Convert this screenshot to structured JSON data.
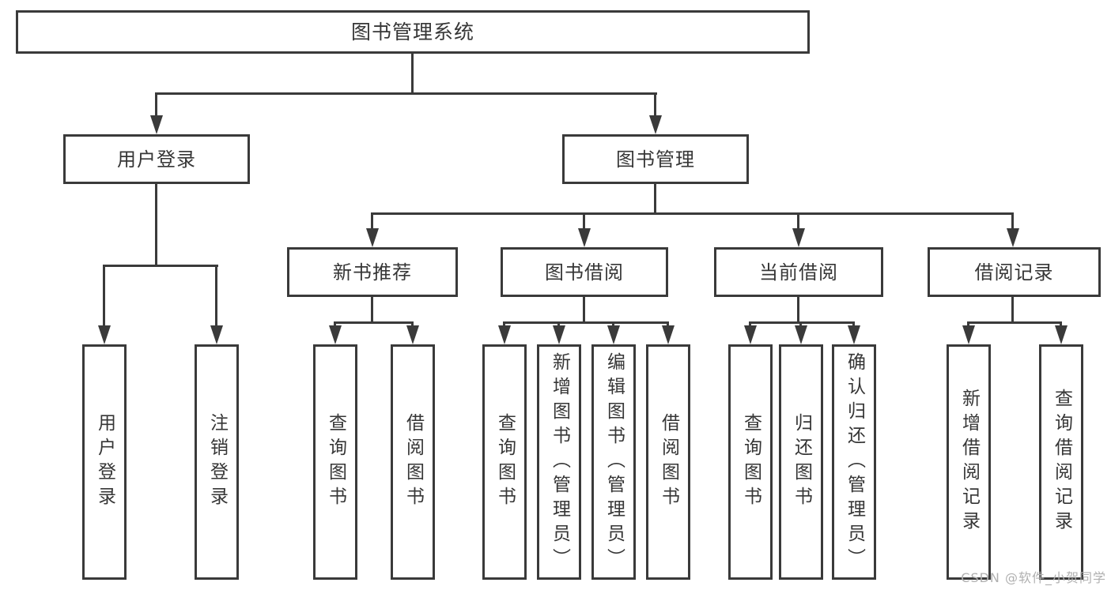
{
  "diagram": {
    "root": {
      "label": "图书管理系统"
    },
    "branches": [
      {
        "label": "用户登录",
        "children": [
          "用户登录",
          "注销登录"
        ]
      },
      {
        "label": "图书管理",
        "groups": [
          {
            "label": "新书推荐",
            "children": [
              "查询图书",
              "借阅图书"
            ]
          },
          {
            "label": "图书借阅",
            "children": [
              "查询图书",
              "新增图书（管理员）",
              "编辑图书（管理员）",
              "借阅图书"
            ]
          },
          {
            "label": "当前借阅",
            "children": [
              "查询图书",
              "归还图书",
              "确认归还（管理员）"
            ]
          },
          {
            "label": "借阅记录",
            "children": [
              "新增借阅记录",
              "查询借阅记录"
            ]
          }
        ]
      }
    ],
    "colors": {
      "line": "#3a3a3a",
      "text": "#363636",
      "watermark": "#b0b0b0"
    },
    "watermark": "CSDN @软件_小贺同学"
  }
}
